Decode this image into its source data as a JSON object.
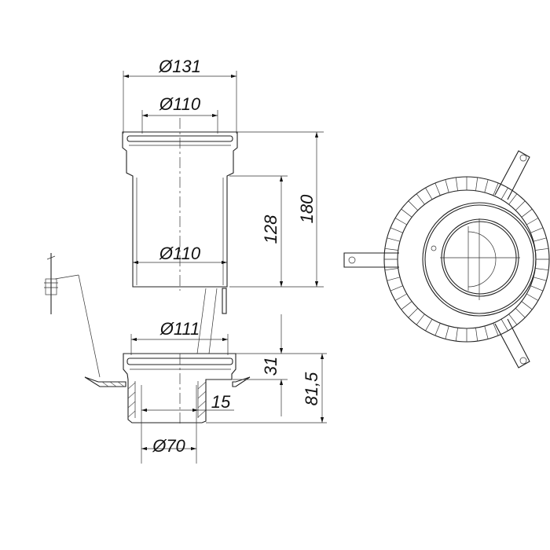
{
  "dimensions": {
    "top_outer_diameter": "Ø131",
    "top_inner_diameter": "Ø110",
    "pipe_diameter": "Ø110",
    "total_height": "180",
    "pipe_height": "128",
    "lower_flange_diameter": "Ø111",
    "flange_height": "31",
    "body_height": "81,5",
    "wall_offset": "15",
    "outlet_diameter": "Ø70"
  },
  "colors": {
    "line": "#222222",
    "background": "#ffffff"
  }
}
